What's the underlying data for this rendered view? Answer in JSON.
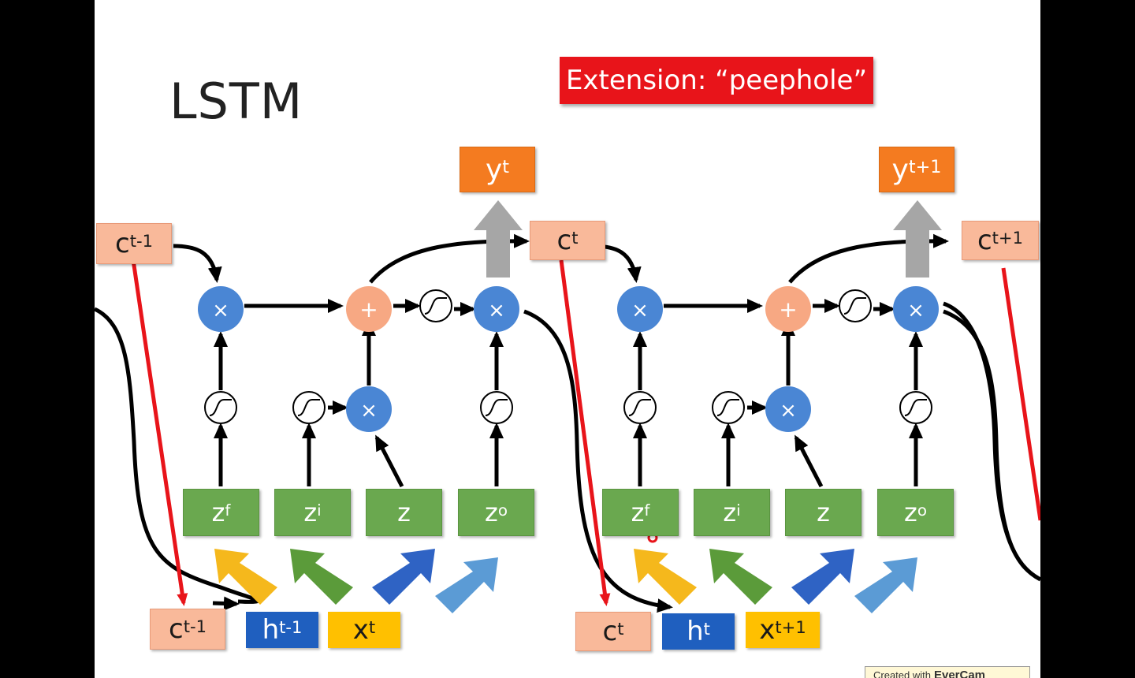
{
  "title": "LSTM",
  "banner": "Extension: “peephole”",
  "watermark": {
    "prefix": "Created with",
    "brand": "EverCam"
  },
  "step1": {
    "y": {
      "base": "y",
      "sup": "t"
    },
    "c_top_in": {
      "base": "c",
      "sup": "t-1"
    },
    "c_top_out": {
      "base": "c",
      "sup": "t"
    },
    "zf": {
      "base": "z",
      "sup": "f"
    },
    "zi": {
      "base": "z",
      "sup": "i"
    },
    "z": {
      "base": "z",
      "sup": ""
    },
    "zo": {
      "base": "z",
      "sup": "o"
    },
    "c_bottom": {
      "base": "c",
      "sup": "t-1"
    },
    "h": {
      "base": "h",
      "sup": "t-1"
    },
    "x": {
      "base": "x",
      "sup": "t"
    }
  },
  "step2": {
    "y": {
      "base": "y",
      "sup": "t+1"
    },
    "c_top_out": {
      "base": "c",
      "sup": "t+1"
    },
    "zf": {
      "base": "z",
      "sup": "f"
    },
    "zi": {
      "base": "z",
      "sup": "i"
    },
    "z": {
      "base": "z",
      "sup": ""
    },
    "zo": {
      "base": "z",
      "sup": "o"
    },
    "c_bottom": {
      "base": "c",
      "sup": "t"
    },
    "h": {
      "base": "h",
      "sup": "t"
    },
    "x": {
      "base": "x",
      "sup": "t+1"
    }
  },
  "colors": {
    "orange": "#f47b20",
    "salmon": "#f9b99a",
    "green": "#6aa84f",
    "blue_node": "#4a86d4",
    "plus_node": "#f7a883",
    "red_peephole": "#e8141a",
    "arrow_yellow": "#f5b81c",
    "arrow_green": "#5b9b3a",
    "arrow_blue": "#2f63c4",
    "arrow_lightblue": "#5b9bd5",
    "gray_arrow": "#a6a6a6"
  },
  "symbols": {
    "multiply": "×",
    "plus": "+"
  }
}
